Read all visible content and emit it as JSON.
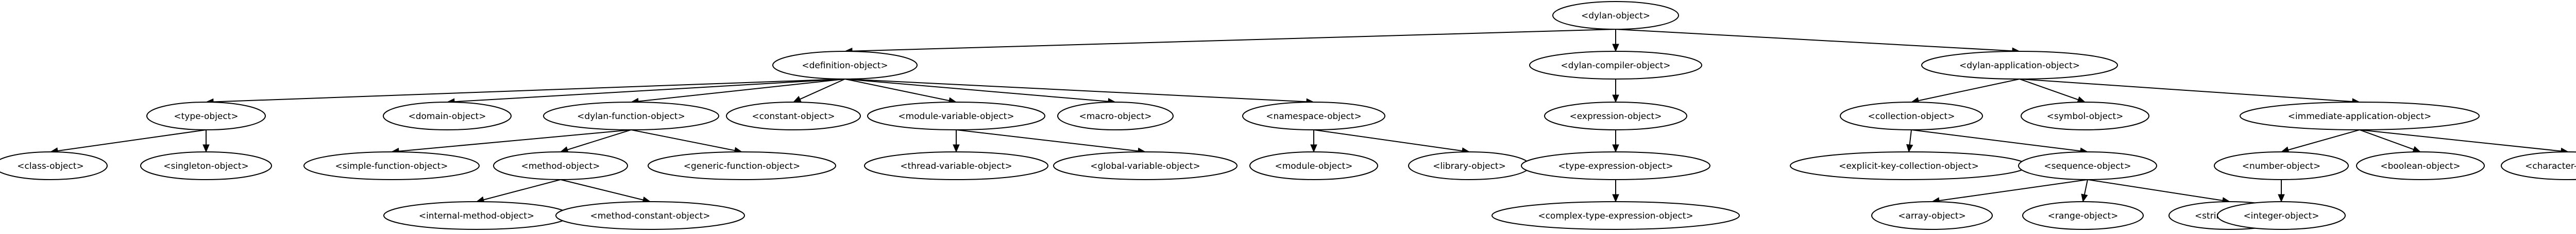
{
  "nodes": {
    "dylan_object": "<dylan-object>",
    "definition_object": "<definition-object>",
    "dylan_compiler_object": "<dylan-compiler-object>",
    "dylan_application_object": "<dylan-application-object>",
    "type_object": "<type-object>",
    "domain_object": "<domain-object>",
    "dylan_function_object": "<dylan-function-object>",
    "constant_object": "<constant-object>",
    "module_variable_object": "<module-variable-object>",
    "macro_object": "<macro-object>",
    "namespace_object": "<namespace-object>",
    "expression_object": "<expression-object>",
    "collection_object": "<collection-object>",
    "symbol_object": "<symbol-object>",
    "immediate_application_object": "<immediate-application-object>",
    "class_object": "<class-object>",
    "singleton_object": "<singleton-object>",
    "simple_function_object": "<simple-function-object>",
    "method_object": "<method-object>",
    "generic_function_object": "<generic-function-object>",
    "thread_variable_object": "<thread-variable-object>",
    "global_variable_object": "<global-variable-object>",
    "module_object": "<module-object>",
    "library_object": "<library-object>",
    "type_expression_object": "<type-expression-object>",
    "explicit_key_collection_object": "<explicit-key-collection-object>",
    "sequence_object": "<sequence-object>",
    "number_object": "<number-object>",
    "boolean_object": "<boolean-object>",
    "character_object": "<character-object>",
    "internal_method_object": "<internal-method-object>",
    "method_constant_object": "<method-constant-object>",
    "complex_type_expression_object": "<complex-type-expression-object>",
    "array_object": "<array-object>",
    "range_object": "<range-object>",
    "string_object": "<string-object>",
    "integer_object": "<integer-object>"
  },
  "edges": [
    [
      "dylan_object",
      "definition_object"
    ],
    [
      "dylan_object",
      "dylan_compiler_object"
    ],
    [
      "dylan_object",
      "dylan_application_object"
    ],
    [
      "definition_object",
      "type_object"
    ],
    [
      "definition_object",
      "domain_object"
    ],
    [
      "definition_object",
      "dylan_function_object"
    ],
    [
      "definition_object",
      "constant_object"
    ],
    [
      "definition_object",
      "module_variable_object"
    ],
    [
      "definition_object",
      "macro_object"
    ],
    [
      "definition_object",
      "namespace_object"
    ],
    [
      "type_object",
      "class_object"
    ],
    [
      "type_object",
      "singleton_object"
    ],
    [
      "dylan_function_object",
      "simple_function_object"
    ],
    [
      "dylan_function_object",
      "method_object"
    ],
    [
      "dylan_function_object",
      "generic_function_object"
    ],
    [
      "method_object",
      "internal_method_object"
    ],
    [
      "method_object",
      "method_constant_object"
    ],
    [
      "module_variable_object",
      "thread_variable_object"
    ],
    [
      "module_variable_object",
      "global_variable_object"
    ],
    [
      "namespace_object",
      "module_object"
    ],
    [
      "namespace_object",
      "library_object"
    ],
    [
      "dylan_compiler_object",
      "expression_object"
    ],
    [
      "expression_object",
      "type_expression_object"
    ],
    [
      "type_expression_object",
      "complex_type_expression_object"
    ],
    [
      "dylan_application_object",
      "collection_object"
    ],
    [
      "dylan_application_object",
      "symbol_object"
    ],
    [
      "dylan_application_object",
      "immediate_application_object"
    ],
    [
      "collection_object",
      "explicit_key_collection_object"
    ],
    [
      "collection_object",
      "sequence_object"
    ],
    [
      "sequence_object",
      "array_object"
    ],
    [
      "sequence_object",
      "range_object"
    ],
    [
      "sequence_object",
      "string_object"
    ],
    [
      "immediate_application_object",
      "number_object"
    ],
    [
      "immediate_application_object",
      "boolean_object"
    ],
    [
      "immediate_application_object",
      "character_object"
    ],
    [
      "number_object",
      "integer_object"
    ]
  ]
}
